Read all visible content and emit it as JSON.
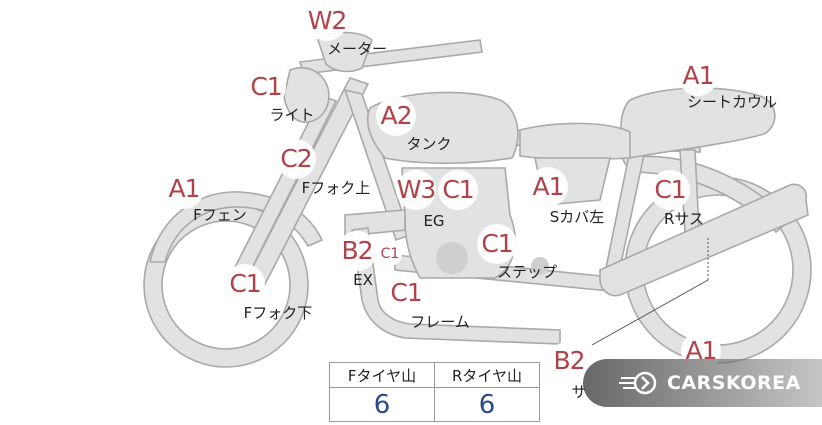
{
  "marks": [
    {
      "id": "meter",
      "code": "W2",
      "label": "メーター"
    },
    {
      "id": "light",
      "code": "C1",
      "label": "ライト"
    },
    {
      "id": "tank",
      "code": "A2",
      "label": "タンク"
    },
    {
      "id": "seat-cowl",
      "code": "A1",
      "label": "シートカウル"
    },
    {
      "id": "f-fork-upper",
      "code": "C2",
      "label": "Fフォク上"
    },
    {
      "id": "f-fender",
      "code": "A1",
      "label": "Fフェン"
    },
    {
      "id": "engine-w3",
      "code": "W3",
      "label": ""
    },
    {
      "id": "engine-c1",
      "code": "C1",
      "label": "EG"
    },
    {
      "id": "s-cover-left",
      "code": "A1",
      "label": "Sカバ左"
    },
    {
      "id": "r-suspension",
      "code": "C1",
      "label": "Rサス"
    },
    {
      "id": "exhaust-b2",
      "code": "B2",
      "label": "EX"
    },
    {
      "id": "exhaust-c1",
      "code": "C1",
      "label": ""
    },
    {
      "id": "step",
      "code": "C1",
      "label": "ステップ"
    },
    {
      "id": "f-fork-lower",
      "code": "C1",
      "label": "Fフォク下"
    },
    {
      "id": "frame",
      "code": "C1",
      "label": "フレーム"
    },
    {
      "id": "muffler-b2",
      "code": "B2",
      "label": "サ"
    },
    {
      "id": "r-fender-a1",
      "code": "A1",
      "label": ""
    }
  ],
  "tread_table": {
    "headers": [
      "Fタイヤ山",
      "Rタイヤ山"
    ],
    "values": [
      "6",
      "6"
    ]
  },
  "watermark": {
    "text": "CARSKOREA",
    "icon": "carskorea-logo-icon"
  },
  "colors": {
    "mark_text": "#b0424a",
    "value_text": "#2a4a8a",
    "part_fill": "#e2e2e2",
    "part_stroke": "#a9a9a9"
  }
}
